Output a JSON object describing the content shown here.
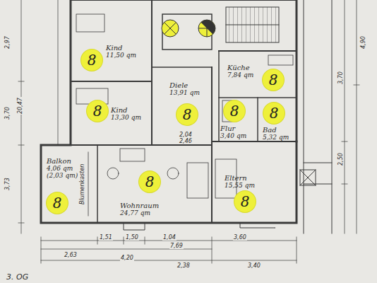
{
  "diagram": {
    "nodes": [
      {
        "text": [
          "Kind",
          "11,50 qm"
        ]
      },
      {
        "text": [
          "8"
        ],
        "in": 0
      },
      {
        "text": [
          "Kind",
          "13,30 qm"
        ]
      },
      {
        "text": [
          "8"
        ],
        "in": 2
      },
      {
        "text": [
          "Küche",
          "7,84 qm"
        ]
      },
      {
        "text": [
          "8"
        ],
        "in": 4
      },
      {
        "text": [
          "Diele",
          "13,91 qm"
        ]
      },
      {
        "text": [
          "8"
        ],
        "in": 6
      },
      {
        "text": [
          "Flur",
          "3,40 qm"
        ]
      },
      {
        "text": [
          "8"
        ],
        "in": 8
      },
      {
        "text": [
          "Bad",
          "5,32 qm"
        ]
      },
      {
        "text": [
          "8"
        ],
        "in": 10
      },
      {
        "text": [
          "Balkon",
          "4,06 qm",
          "(2,03 qm)"
        ]
      },
      {
        "text": [
          "8"
        ],
        "in": 12
      },
      {
        "text": [
          "Wohnraum",
          "24,77 qm"
        ]
      },
      {
        "text": [
          "8"
        ],
        "in": 14
      },
      {
        "text": [
          "Eltern",
          "15,55 qm"
        ]
      },
      {
        "text": [
          "8"
        ],
        "in": 16
      }
    ],
    "labels": [
      "1,51",
      "1,50",
      "1,04",
      "3,60",
      "7,69",
      "2,63",
      "4,20",
      "2,38",
      "3,40",
      "3. OG",
      "20,47",
      "3,70",
      "2,97",
      "3,73",
      "2,50",
      "3,70",
      "4,90",
      "2,04",
      "2,46",
      "Blumenkasten"
    ]
  }
}
